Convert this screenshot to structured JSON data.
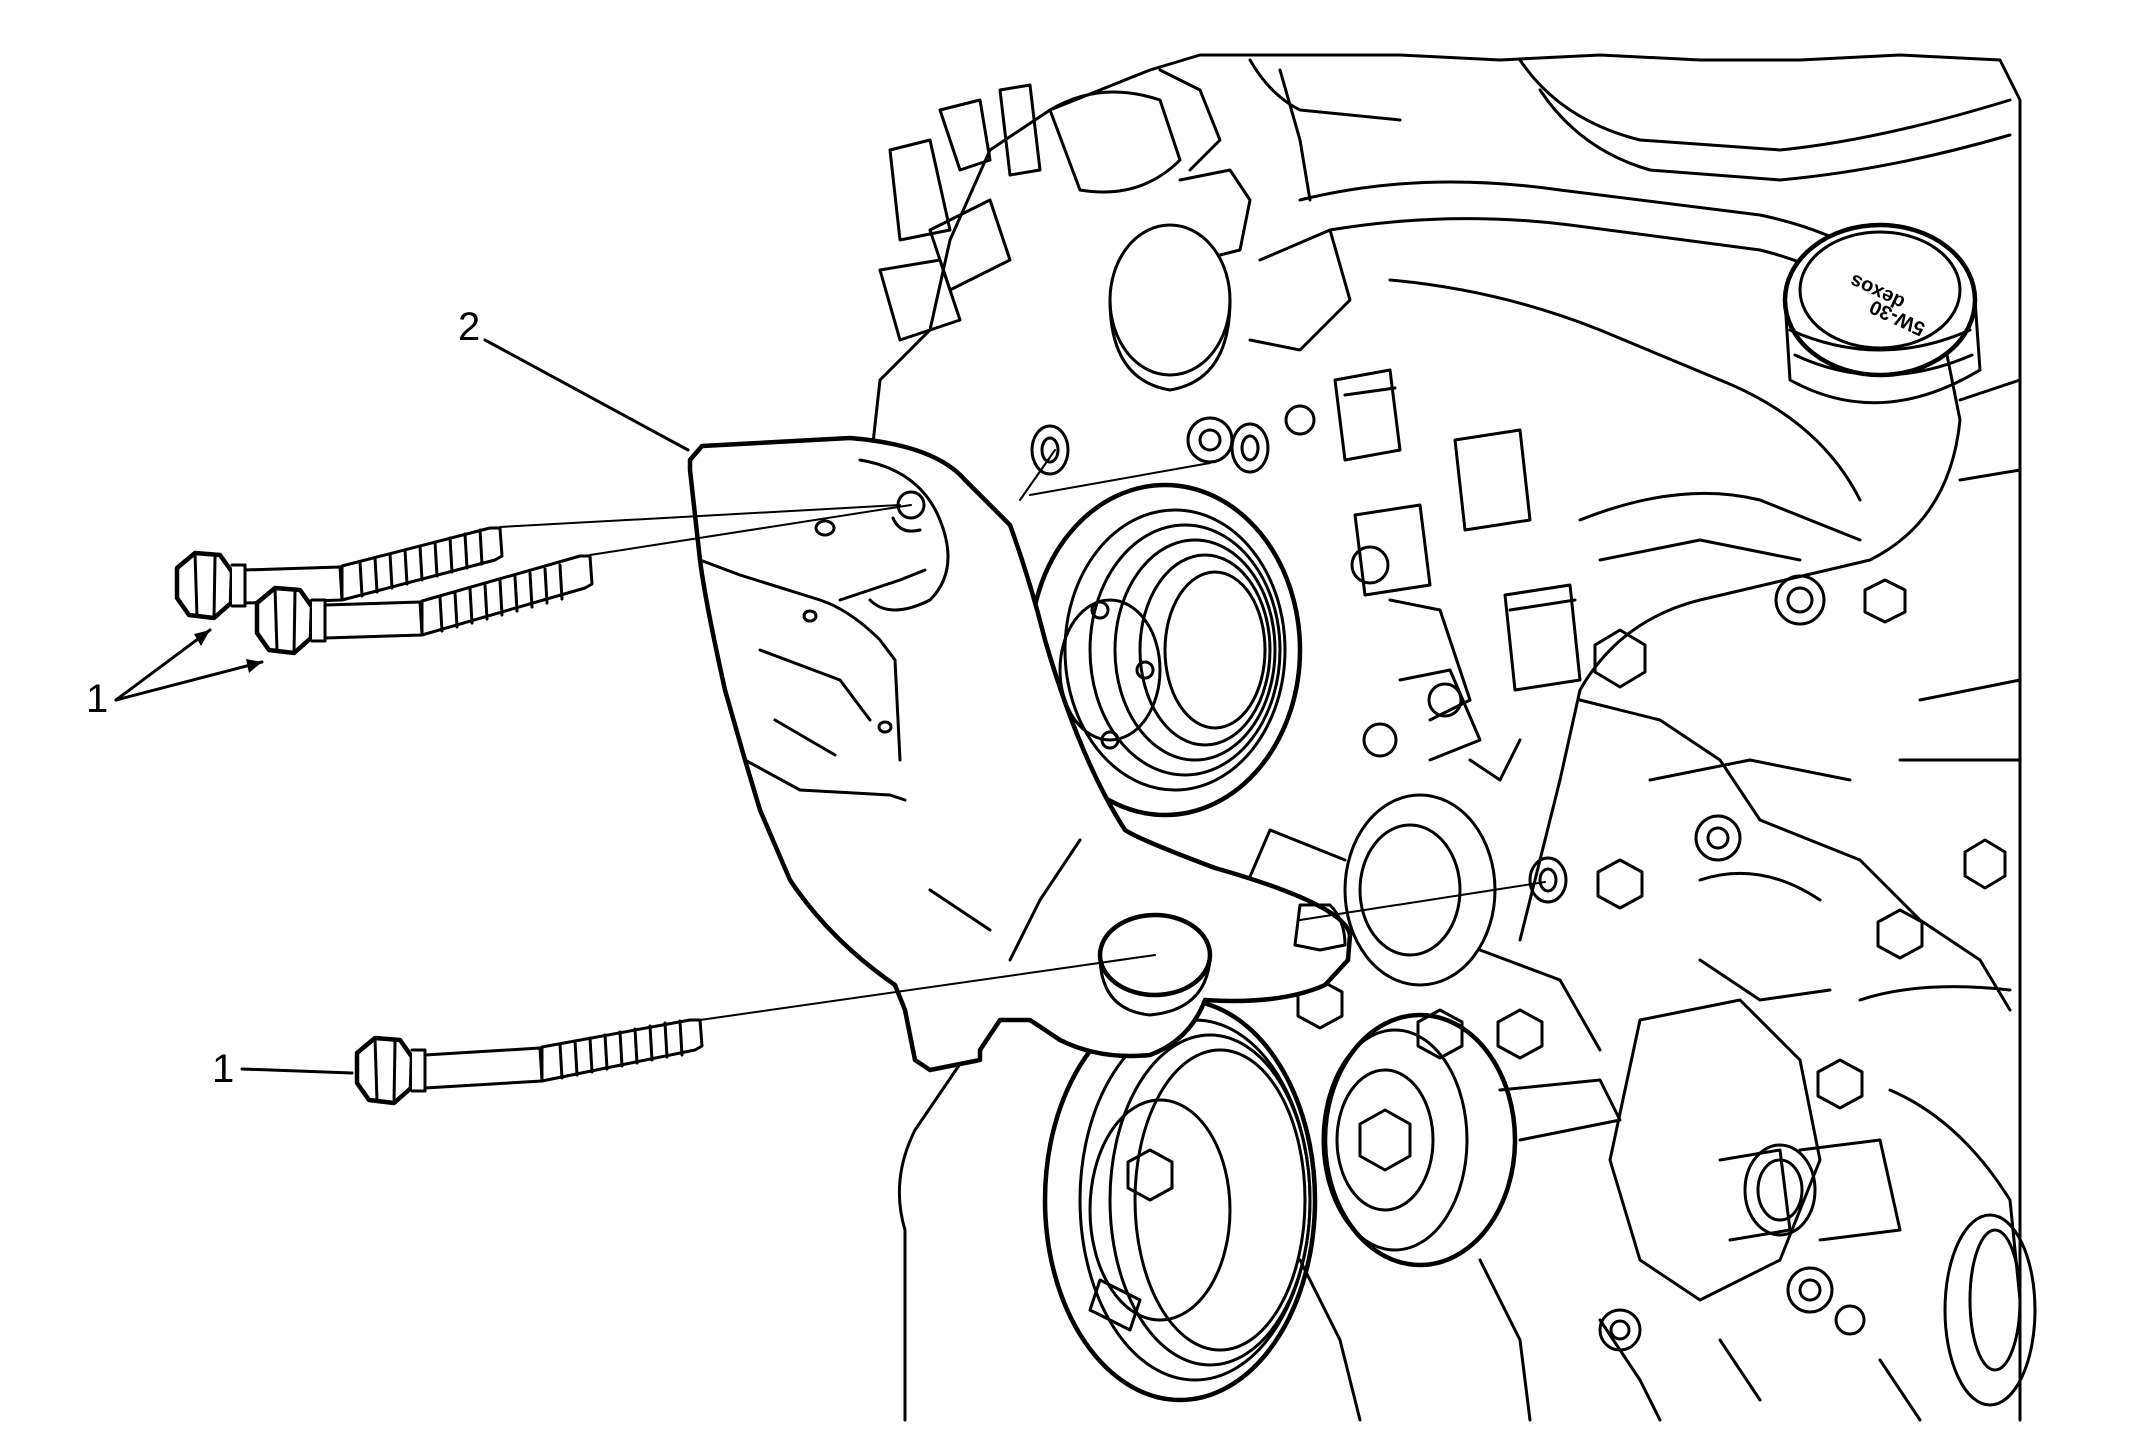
{
  "callouts": [
    {
      "id": "bolt-upper-pair",
      "text": "1"
    },
    {
      "id": "bracket",
      "text": "2"
    },
    {
      "id": "bolt-lower",
      "text": "1"
    }
  ],
  "engine_label": {
    "line1": "5W-30",
    "line2": "dexos"
  },
  "colors": {
    "line": "#000000",
    "background": "#ffffff"
  }
}
